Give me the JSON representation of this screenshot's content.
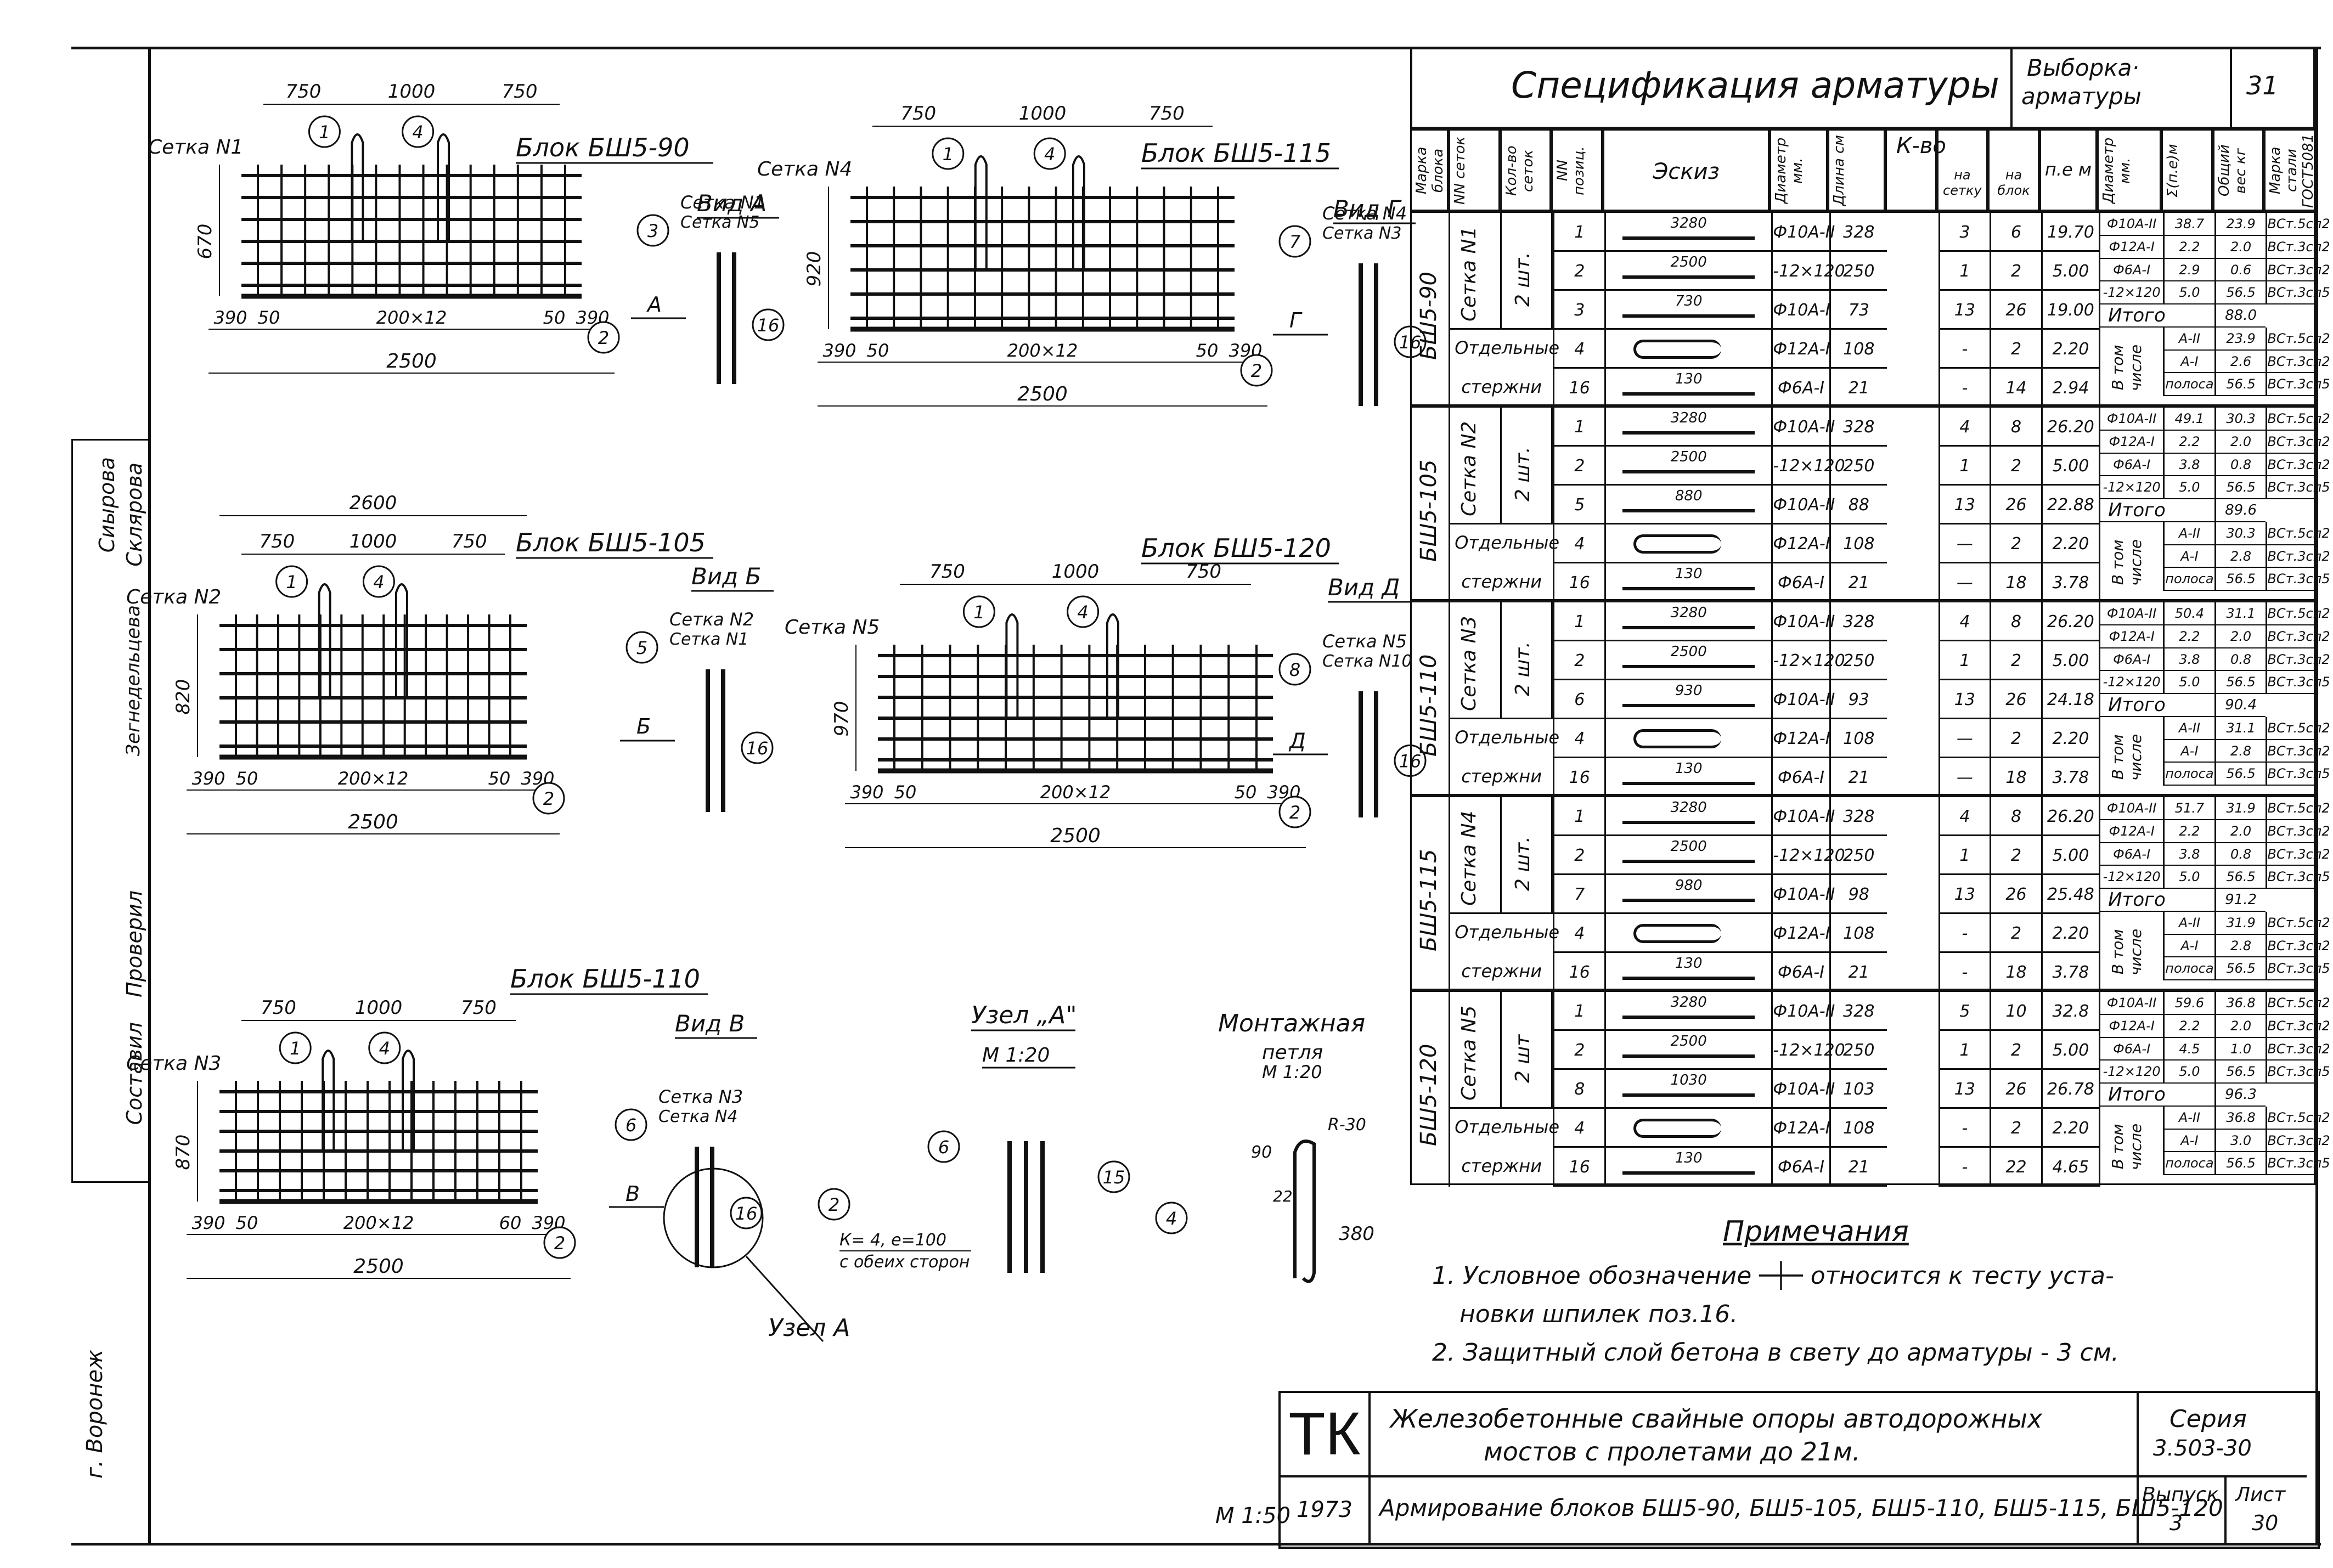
{
  "spec": {
    "title": "Спецификация арматуры",
    "selection_title_1": "Выборка·",
    "selection_title_2": "арматуры",
    "sheet_no": "31",
    "headers": [
      "Марка блока",
      "NN сеток",
      "Кол-во сеток",
      "NN позиц.",
      "Эскиз",
      "Диаметр мм.",
      "Длина см",
      "К-во",
      "на сетку",
      "на блок",
      "п.е м",
      "Диаметр мм.",
      "Σ(п.е)м",
      "Общий вес кг",
      "Марка стали ГОСТ5081"
    ]
  },
  "blocks_spec": [
    {
      "mark": "БШ5-90",
      "grid": "Сетка N1",
      "qty": "2 шт.",
      "rows": [
        {
          "pos": "1",
          "sketch": "3280",
          "d": "Ф10А-II",
          "len": "328",
          "ns": "3",
          "nb": "6",
          "pe": "19.70"
        },
        {
          "pos": "2",
          "sketch": "2500",
          "d": "-12×120",
          "len": "250",
          "ns": "1",
          "nb": "2",
          "pe": "5.00"
        },
        {
          "pos": "3",
          "sketch": "730",
          "d": "Ф10А-I",
          "len": "73",
          "ns": "13",
          "nb": "26",
          "pe": "19.00"
        }
      ],
      "sep": [
        {
          "pos": "4",
          "d": "Ф12А-I",
          "len": "108",
          "ns": "-",
          "nb": "2",
          "pe": "2.20"
        },
        {
          "pos": "16",
          "sketch": "130",
          "d": "Ф6А-I",
          "len": "21",
          "ns": "-",
          "nb": "14",
          "pe": "2.94"
        }
      ],
      "sel": [
        {
          "d": "Ф10А-II",
          "s": "38.7",
          "w": "23.9",
          "st": "ВСт.5сп2"
        },
        {
          "d": "Ф12А-I",
          "s": "2.2",
          "w": "2.0",
          "st": "ВСт.3сп2"
        },
        {
          "d": "Ф6А-I",
          "s": "2.9",
          "w": "0.6",
          "st": "ВСт.3сп2"
        },
        {
          "d": "-12×120",
          "s": "5.0",
          "w": "56.5",
          "st": "ВСт.3сп5"
        }
      ],
      "total": "88.0",
      "incl": [
        {
          "d": "А-II",
          "w": "23.9",
          "st": "ВСт.5сп2"
        },
        {
          "d": "А-I",
          "w": "2.6",
          "st": "ВСт.3сп2"
        },
        {
          "d": "полоса",
          "w": "56.5",
          "st": "ВСт.3сп5"
        }
      ]
    },
    {
      "mark": "БШ5-105",
      "grid": "Сетка N2",
      "qty": "2 шт.",
      "rows": [
        {
          "pos": "1",
          "sketch": "3280",
          "d": "Ф10А-II",
          "len": "328",
          "ns": "4",
          "nb": "8",
          "pe": "26.20"
        },
        {
          "pos": "2",
          "sketch": "2500",
          "d": "-12×120",
          "len": "250",
          "ns": "1",
          "nb": "2",
          "pe": "5.00"
        },
        {
          "pos": "5",
          "sketch": "880",
          "d": "Ф10А-II",
          "len": "88",
          "ns": "13",
          "nb": "26",
          "pe": "22.88"
        }
      ],
      "sep": [
        {
          "pos": "4",
          "d": "Ф12А-I",
          "len": "108",
          "ns": "—",
          "nb": "2",
          "pe": "2.20"
        },
        {
          "pos": "16",
          "sketch": "130",
          "d": "Ф6А-I",
          "len": "21",
          "ns": "—",
          "nb": "18",
          "pe": "3.78"
        }
      ],
      "sel": [
        {
          "d": "Ф10А-II",
          "s": "49.1",
          "w": "30.3",
          "st": "ВСт.5сп2"
        },
        {
          "d": "Ф12А-I",
          "s": "2.2",
          "w": "2.0",
          "st": "ВСт.3сп2"
        },
        {
          "d": "Ф6А-I",
          "s": "3.8",
          "w": "0.8",
          "st": "ВСт.3сп2"
        },
        {
          "d": "-12×120",
          "s": "5.0",
          "w": "56.5",
          "st": "ВСт.3сп5"
        }
      ],
      "total": "89.6",
      "incl": [
        {
          "d": "А-II",
          "w": "30.3",
          "st": "ВСт.5сп2"
        },
        {
          "d": "А-I",
          "w": "2.8",
          "st": "ВСт.3сп2"
        },
        {
          "d": "полоса",
          "w": "56.5",
          "st": "ВСт.3сп5"
        }
      ]
    },
    {
      "mark": "БШ5-110",
      "grid": "Сетка N3",
      "qty": "2 шт.",
      "rows": [
        {
          "pos": "1",
          "sketch": "3280",
          "d": "Ф10А-II",
          "len": "328",
          "ns": "4",
          "nb": "8",
          "pe": "26.20"
        },
        {
          "pos": "2",
          "sketch": "2500",
          "d": "-12×120",
          "len": "250",
          "ns": "1",
          "nb": "2",
          "pe": "5.00"
        },
        {
          "pos": "6",
          "sketch": "930",
          "d": "Ф10А-II",
          "len": "93",
          "ns": "13",
          "nb": "26",
          "pe": "24.18"
        }
      ],
      "sep": [
        {
          "pos": "4",
          "d": "Ф12А-I",
          "len": "108",
          "ns": "—",
          "nb": "2",
          "pe": "2.20"
        },
        {
          "pos": "16",
          "sketch": "130",
          "d": "Ф6А-I",
          "len": "21",
          "ns": "—",
          "nb": "18",
          "pe": "3.78"
        }
      ],
      "sel": [
        {
          "d": "Ф10А-II",
          "s": "50.4",
          "w": "31.1",
          "st": "ВСт.5сп2"
        },
        {
          "d": "Ф12А-I",
          "s": "2.2",
          "w": "2.0",
          "st": "ВСт.3сп2"
        },
        {
          "d": "Ф6А-I",
          "s": "3.8",
          "w": "0.8",
          "st": "ВСт.3сп2"
        },
        {
          "d": "-12×120",
          "s": "5.0",
          "w": "56.5",
          "st": "ВСт.3сп5"
        }
      ],
      "total": "90.4",
      "incl": [
        {
          "d": "А-II",
          "w": "31.1",
          "st": "ВСт.5сп2"
        },
        {
          "d": "А-I",
          "w": "2.8",
          "st": "ВСт.3сп2"
        },
        {
          "d": "полоса",
          "w": "56.5",
          "st": "ВСт.3сп5"
        }
      ]
    },
    {
      "mark": "БШ5-115",
      "grid": "Сетка N4",
      "qty": "2 шт.",
      "rows": [
        {
          "pos": "1",
          "sketch": "3280",
          "d": "Ф10А-II",
          "len": "328",
          "ns": "4",
          "nb": "8",
          "pe": "26.20"
        },
        {
          "pos": "2",
          "sketch": "2500",
          "d": "-12×120",
          "len": "250",
          "ns": "1",
          "nb": "2",
          "pe": "5.00"
        },
        {
          "pos": "7",
          "sketch": "980",
          "d": "Ф10А-II",
          "len": "98",
          "ns": "13",
          "nb": "26",
          "pe": "25.48"
        }
      ],
      "sep": [
        {
          "pos": "4",
          "d": "Ф12А-I",
          "len": "108",
          "ns": "-",
          "nb": "2",
          "pe": "2.20"
        },
        {
          "pos": "16",
          "sketch": "130",
          "d": "Ф6А-I",
          "len": "21",
          "ns": "-",
          "nb": "18",
          "pe": "3.78"
        }
      ],
      "sel": [
        {
          "d": "Ф10А-II",
          "s": "51.7",
          "w": "31.9",
          "st": "ВСт.5сп2"
        },
        {
          "d": "Ф12А-I",
          "s": "2.2",
          "w": "2.0",
          "st": "ВСт.3сп2"
        },
        {
          "d": "Ф6А-I",
          "s": "3.8",
          "w": "0.8",
          "st": "ВСт.3сп2"
        },
        {
          "d": "-12×120",
          "s": "5.0",
          "w": "56.5",
          "st": "ВСт.3сп5"
        }
      ],
      "total": "91.2",
      "incl": [
        {
          "d": "А-II",
          "w": "31.9",
          "st": "ВСт.5сп2"
        },
        {
          "d": "А-I",
          "w": "2.8",
          "st": "ВСт.3сп2"
        },
        {
          "d": "полоса",
          "w": "56.5",
          "st": "ВСт.3сп5"
        }
      ]
    },
    {
      "mark": "БШ5-120",
      "grid": "Сетка N5",
      "qty": "2 шт",
      "rows": [
        {
          "pos": "1",
          "sketch": "3280",
          "d": "Ф10А-II",
          "len": "328",
          "ns": "5",
          "nb": "10",
          "pe": "32.8"
        },
        {
          "pos": "2",
          "sketch": "2500",
          "d": "-12×120",
          "len": "250",
          "ns": "1",
          "nb": "2",
          "pe": "5.00"
        },
        {
          "pos": "8",
          "sketch": "1030",
          "d": "Ф10А-II",
          "len": "103",
          "ns": "13",
          "nb": "26",
          "pe": "26.78"
        }
      ],
      "sep": [
        {
          "pos": "4",
          "d": "Ф12А-I",
          "len": "108",
          "ns": "-",
          "nb": "2",
          "pe": "2.20"
        },
        {
          "pos": "16",
          "sketch": "130",
          "d": "Ф6А-I",
          "len": "21",
          "ns": "-",
          "nb": "22",
          "pe": "4.65"
        }
      ],
      "sel": [
        {
          "d": "Ф10А-II",
          "s": "59.6",
          "w": "36.8",
          "st": "ВСт.5сп2"
        },
        {
          "d": "Ф12А-I",
          "s": "2.2",
          "w": "2.0",
          "st": "ВСт.3сп2"
        },
        {
          "d": "Ф6А-I",
          "s": "4.5",
          "w": "1.0",
          "st": "ВСт.3сп2"
        },
        {
          "d": "-12×120",
          "s": "5.0",
          "w": "56.5",
          "st": "ВСт.3сп5"
        }
      ],
      "total": "96.3",
      "incl": [
        {
          "d": "А-II",
          "w": "36.8",
          "st": "ВСт.5сп2"
        },
        {
          "d": "А-I",
          "w": "3.0",
          "st": "ВСт.3сп2"
        },
        {
          "d": "полоса",
          "w": "56.5",
          "st": "ВСт.3сп5"
        }
      ]
    }
  ],
  "labels": {
    "separate": "Отдельные стержни",
    "total": "Итого",
    "incl": "В том числе"
  },
  "notes": {
    "title": "Примечания",
    "line1": "1. Условное обозначение ─┼─ относится к тесту уста-",
    "line2": "новки шпилек поз.16.",
    "line3": "2. Защитный слой бетона в свету до арматуры - 3 см."
  },
  "stamp": {
    "logo": "ТК",
    "year": "1973",
    "title1": "Железобетонные свайные опоры автодорожных",
    "title2": "мостов с пролетами до 21м.",
    "subtitle": "Армирование блоков БШ5-90, БШ5-105, БШ5-110, БШ5-115, БШ5-120",
    "series_label": "Серия",
    "series": "3.503-30",
    "issue_label": "Выпуск",
    "issue": "3",
    "sheet_label": "Лист",
    "sheet": "30",
    "scale": "М 1:50"
  },
  "left_strip": {
    "roles": [
      "Проверил",
      "Составил"
    ],
    "names": [
      "Сиырова",
      "Склярова",
      "Зегнедельцева"
    ],
    "city": "г. Воронеж"
  },
  "drawings": [
    {
      "title": "Блок БШ5-90",
      "view": "Вид А",
      "grid_label": "Сетка N1",
      "pos_circle": "3",
      "w_dims": [
        "750",
        "1000",
        "750"
      ],
      "bottom": [
        "390",
        "50",
        "200×12",
        "50",
        "390"
      ],
      "total": "2500",
      "height": "670",
      "side_grids": [
        "Сетка N1",
        "Сетка N5"
      ],
      "arrow": "А"
    },
    {
      "title": "Блок БШ5-115",
      "view": "Вид Г",
      "grid_label": "Сетка N4",
      "pos_circle": "7",
      "w_dims": [
        "750",
        "1000",
        "750"
      ],
      "bottom": [
        "390",
        "50",
        "200×12",
        "50",
        "390"
      ],
      "total": "2500",
      "height": "920",
      "side_grids": [
        "Сетка N4",
        "Сетка N3"
      ],
      "arrow": "Г"
    },
    {
      "title": "Блок БШ5-105",
      "view": "Вид Б",
      "grid_label": "Сетка N2",
      "pos_circle": "5",
      "w_dims": [
        "750",
        "1000",
        "750"
      ],
      "bottom": [
        "390",
        "50",
        "200×12",
        "50",
        "390"
      ],
      "total": "2500",
      "height": "820",
      "top_total": "2600",
      "side_grids": [
        "Сетка N2",
        "Сетка N1"
      ],
      "arrow": "Б"
    },
    {
      "title": "Блок БШ5-120",
      "view": "Вид Д",
      "grid_label": "Сетка N5",
      "pos_circle": "8",
      "w_dims": [
        "750",
        "1000",
        "750"
      ],
      "bottom": [
        "390",
        "50",
        "200×12",
        "50",
        "390"
      ],
      "total": "2500",
      "height": "970",
      "side_grids": [
        "Сетка N5",
        "Сетка N10"
      ],
      "arrow": "Д"
    },
    {
      "title": "Блок БШ5-110",
      "view": "Вид В",
      "grid_label": "Сетка N3",
      "pos_circle": "6",
      "w_dims": [
        "750",
        "1000",
        "750"
      ],
      "bottom": [
        "390",
        "50",
        "200×12",
        "60",
        "390"
      ],
      "total": "2500",
      "height": "870",
      "side_grids": [
        "Сетка N3",
        "Сетка N4"
      ],
      "arrow": "В"
    }
  ],
  "node_a": {
    "title": "Узел „А\"",
    "scale": "М 1:20",
    "note1": "К= 4, е=100",
    "note2": "с обеих сторон",
    "callout": "Узел А"
  },
  "loop": {
    "title1": "Монтажная",
    "title2": "петля",
    "scale": "М 1:20",
    "dims": [
      "90",
      "R-30",
      "380",
      "22"
    ]
  }
}
